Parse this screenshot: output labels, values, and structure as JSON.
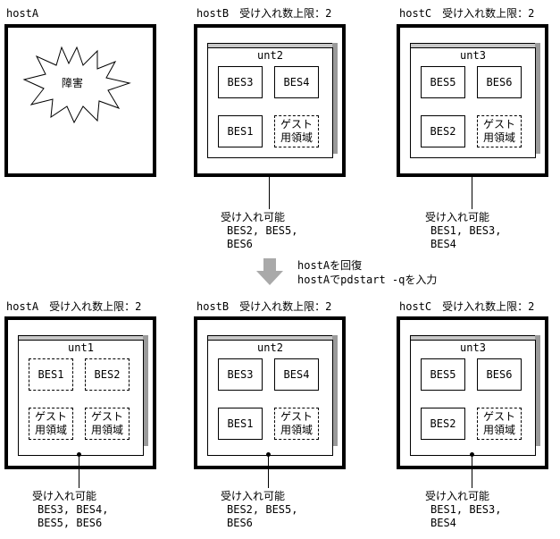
{
  "top_row": {
    "hostA": {
      "label": "hostA",
      "failure": "障害"
    },
    "hostB": {
      "label": "hostB　受け入れ数上限：2",
      "unit": "unt2",
      "bes": [
        "BES3",
        "BES4",
        "BES1"
      ],
      "guest": [
        "ゲスト",
        "用領域"
      ],
      "accept_title": "受け入れ可能",
      "accept_list": [
        "BES2, BES5,",
        "BES6"
      ]
    },
    "hostC": {
      "label": "hostC　受け入れ数上限：2",
      "unit": "unt3",
      "bes": [
        "BES5",
        "BES6",
        "BES2"
      ],
      "guest": [
        "ゲスト",
        "用領域"
      ],
      "accept_title": "受け入れ可能",
      "accept_list": [
        "BES1, BES3,",
        "BES4"
      ]
    }
  },
  "transition": {
    "line1": "hostAを回復",
    "line2": "hostAでpdstart -qを入力"
  },
  "bottom_row": {
    "hostA": {
      "label": "hostA　受け入れ数上限：2",
      "unit": "unt1",
      "bes": [
        "BES1",
        "BES2"
      ],
      "guest": [
        "ゲスト",
        "用領域"
      ],
      "accept_title": "受け入れ可能",
      "accept_list": [
        "BES3, BES4,",
        "BES5, BES6"
      ]
    },
    "hostB": {
      "label": "hostB　受け入れ数上限：2",
      "unit": "unt2",
      "bes": [
        "BES3",
        "BES4",
        "BES1"
      ],
      "guest": [
        "ゲスト",
        "用領域"
      ],
      "accept_title": "受け入れ可能",
      "accept_list": [
        "BES2, BES5,",
        "BES6"
      ]
    },
    "hostC": {
      "label": "hostC　受け入れ数上限：2",
      "unit": "unt3",
      "bes": [
        "BES5",
        "BES6",
        "BES2"
      ],
      "guest": [
        "ゲスト",
        "用領域"
      ],
      "accept_title": "受け入れ可能",
      "accept_list": [
        "BES1, BES3,",
        "BES4"
      ]
    }
  }
}
